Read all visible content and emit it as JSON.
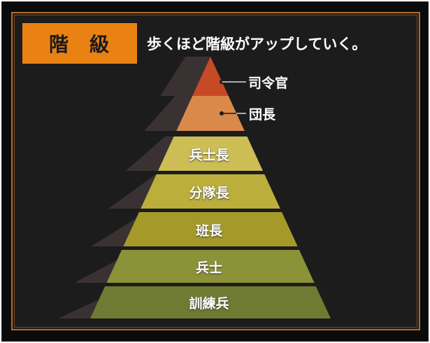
{
  "header": {
    "title": "階級",
    "subtitle": "歩くほど階級がアップしていく。"
  },
  "pyramid": {
    "tiers": [
      {
        "label": "司令官",
        "color": "#c74a26",
        "label_outside": true
      },
      {
        "label": "団長",
        "color": "#d98a4b",
        "label_outside": true
      },
      {
        "label": "兵士長",
        "color": "#cdbd55",
        "label_outside": false
      },
      {
        "label": "分隊長",
        "color": "#bbae3b",
        "label_outside": false
      },
      {
        "label": "班長",
        "color": "#a49a2a",
        "label_outside": false
      },
      {
        "label": "兵士",
        "color": "#8c9238",
        "label_outside": false
      },
      {
        "label": "訓練兵",
        "color": "#6f7a32",
        "label_outside": false
      }
    ]
  }
}
